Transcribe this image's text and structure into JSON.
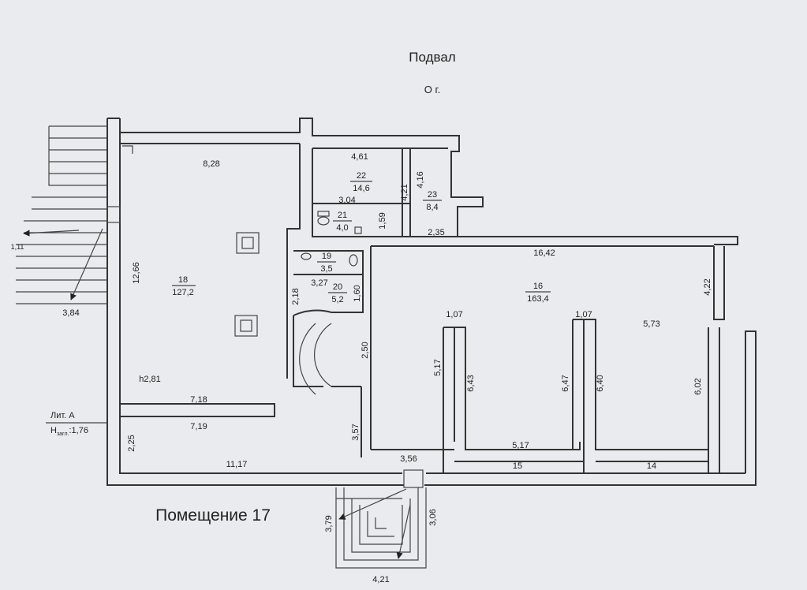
{
  "plan": {
    "title": "Подвал",
    "mark": "О г.",
    "caption": "Помещение 17",
    "lit": "Лит. А",
    "h_label": "Н",
    "h_sub": "загл.",
    "h_value": ":1,76"
  },
  "rooms": [
    {
      "num": "18",
      "area": "127,2"
    },
    {
      "num": "16",
      "area": "163,4"
    },
    {
      "num": "22",
      "area": "14,6"
    },
    {
      "num": "23",
      "area": "8,4"
    },
    {
      "num": "21",
      "area": "4,0"
    },
    {
      "num": "19",
      "area": "3,5"
    },
    {
      "num": "20",
      "area": "5,2"
    },
    {
      "num": "15",
      "area": ""
    },
    {
      "num": "14",
      "area": ""
    }
  ],
  "dims": {
    "d_8_28": "8,28",
    "d_4_61": "4,61",
    "d_3_04": "3,04",
    "d_4_21a": "4,21",
    "d_4_16": "4,16",
    "d_1_59": "1,59",
    "d_2_35": "2,35",
    "d_16_42": "16,42",
    "d_12_66": "12,66",
    "d_3_27": "3,27",
    "d_1_60": "1,60",
    "d_2_18": "2,18",
    "d_4_22": "4,22",
    "d_1_07a": "1,07",
    "d_1_07b": "1,07",
    "d_5_73": "5,73",
    "d_2_50": "2,50",
    "d_5_17v": "5,17",
    "d_6_43": "6,43",
    "d_6_47": "6,47",
    "d_6_40": "6,40",
    "d_6_02": "6,02",
    "d_h2_81": "h2,81",
    "d_7_18": "7,18",
    "d_7_19": "7,19",
    "d_2_25": "2,25",
    "d_11_17": "11,17",
    "d_3_57": "3,57",
    "d_3_56": "3,56",
    "d_5_17h": "5,17",
    "d_3_84": "3,84",
    "d_3_79": "3,79",
    "d_3_06": "3,06",
    "d_4_21b": "4,21",
    "d_1_11": "1,11"
  }
}
